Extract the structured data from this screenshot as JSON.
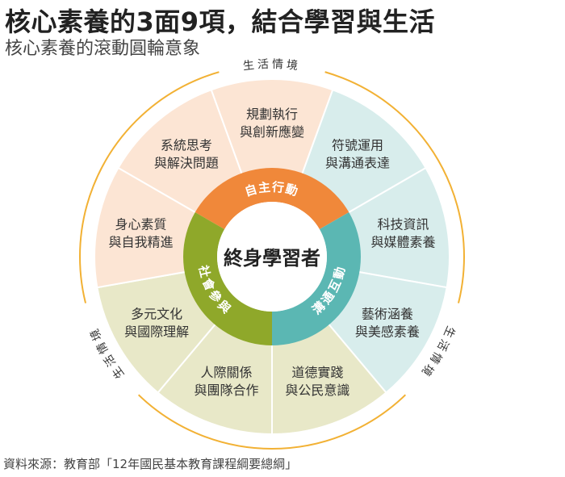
{
  "title": "核心素養的3面9項，結合學習與生活",
  "subtitle": "核心素養的滾動圓輪意象",
  "source": "資料來源：教育部「12年國民基本教育課程綱要總綱」",
  "center_label": "終身學習者",
  "dimensions": [
    {
      "label": "自主行動",
      "color": "#F0883A"
    },
    {
      "label": "溝通互動",
      "color": "#5BB7B3"
    },
    {
      "label": "社會參與",
      "color": "#8FA82A"
    }
  ],
  "items": [
    {
      "line1": "系統思考",
      "line2": "與解決問題",
      "color": "#FCE5D4"
    },
    {
      "line1": "規劃執行",
      "line2": "與創新應變",
      "color": "#FCE5D4"
    },
    {
      "line1": "符號運用",
      "line2": "與溝通表達",
      "color": "#D8EDEC"
    },
    {
      "line1": "科技資訊",
      "line2": "與媒體素養",
      "color": "#D8EDEC"
    },
    {
      "line1": "藝術涵養",
      "line2": "與美感素養",
      "color": "#D8EDEC"
    },
    {
      "line1": "道德實踐",
      "line2": "與公民意識",
      "color": "#E8E8C8"
    },
    {
      "line1": "人際關係",
      "line2": "與團隊合作",
      "color": "#E8E8C8"
    },
    {
      "line1": "多元文化",
      "line2": "與國際理解",
      "color": "#E8E8C8"
    },
    {
      "line1": "身心素質",
      "line2": "與自我精進",
      "color": "#FCE5D4"
    }
  ],
  "outer_labels": [
    "生活情境",
    "生活情境",
    "生活情境"
  ],
  "colors": {
    "ring": "#F2B134",
    "divider": "#ffffff"
  }
}
